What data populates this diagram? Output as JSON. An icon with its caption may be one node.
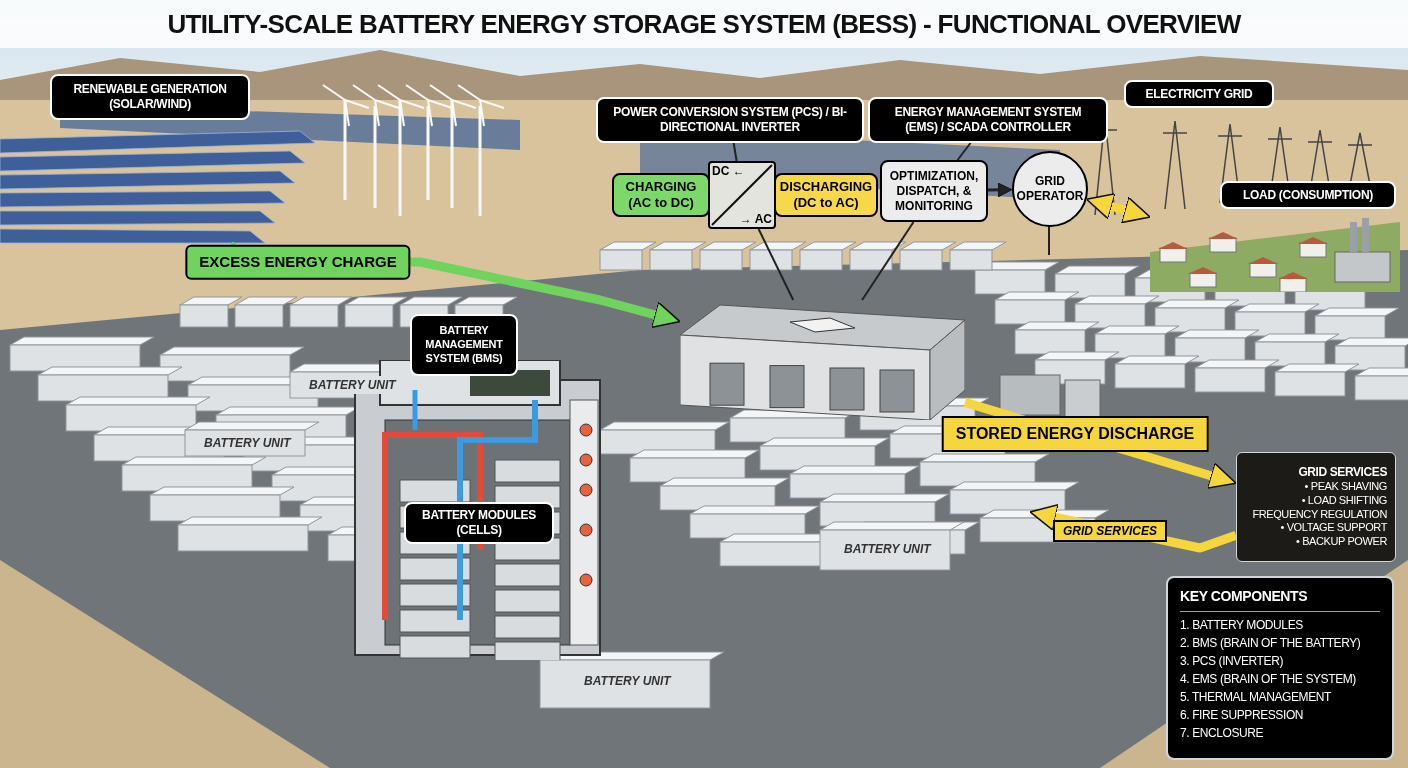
{
  "diagram": {
    "title": "UTILITY-SCALE BATTERY ENERGY STORAGE SYSTEM (BESS) - FUNCTIONAL OVERVIEW",
    "nodes": [
      {
        "text": [
          "RENEWABLE GENERATION (SOLAR/WIND)"
        ]
      },
      {
        "text": [],
        "shape": "picture"
      },
      {
        "text": [
          "POWER CONVERSION SYSTEM (PCS) / BI-DIRECTIONAL INVERTER"
        ]
      },
      {
        "text": [
          "CHARGING (AC to DC)"
        ]
      },
      {
        "text": [
          "DC ←",
          "→ AC"
        ]
      },
      {
        "text": [
          "DISCHARGING (DC to AC)"
        ]
      },
      {
        "text": [
          "ENERGY MANAGEMENT SYSTEM (EMS) / SCADA CONTROLLER"
        ]
      },
      {
        "text": [
          "OPTIMIZATION, DISPATCH, & MONITORING"
        ]
      },
      {
        "text": [
          "GRID OPERATOR"
        ]
      },
      {
        "text": [
          "ELECTRICITY GRID"
        ]
      },
      {
        "text": [
          "LOAD (CONSUMPTION)"
        ]
      },
      {
        "text": [],
        "shape": "picture"
      },
      {
        "text": [],
        "shape": "picture"
      },
      {
        "text": [
          "BATTERY MANAGEMENT SYSTEM (BMS)"
        ]
      },
      {
        "text": [
          "BATTERY MODULES (CELLS)"
        ]
      },
      {
        "text": [
          "GRID SERVICES",
          "• PEAK SHAVING",
          "• LOAD SHIFTING",
          "FREQUENCY REGULATION",
          "• VOLTAGE SUPPORT",
          "• BACKUP POWER"
        ]
      },
      {
        "text": [
          "KEY COMPONENTS",
          "1. BATTERY MODULES",
          "2. BMS (BRAIN OF THE BATTERY)",
          "3. PCS (INVERTER)",
          "4. EMS (BRAIN OF THE SYSTEM)",
          "5. THERMAL MANAGEMENT",
          "6. FIRE SUPPRESSION",
          "7. ENCLOSURE"
        ]
      }
    ],
    "edges": [
      {
        "from": 1,
        "to": 12,
        "arrow": "to",
        "label": "EXCESS ENERGY CHARGE",
        "style": "thick",
        "color": "#6fd35e"
      },
      {
        "from": 12,
        "to": 15,
        "arrow": "to",
        "label": "STORED ENERGY DISCHARGE",
        "style": "thick",
        "color": "#f5d63d"
      },
      {
        "from": 15,
        "to": null,
        "arrow": "to",
        "label": "GRID SERVICES",
        "style": "thick",
        "color": "#f5d63d"
      },
      {
        "from": 7,
        "to": 8,
        "arrow": "to"
      },
      {
        "from": 8,
        "to": 11,
        "arrow": "both",
        "style": "thick",
        "color": "#f5d63d"
      },
      {
        "from": 4,
        "to": 12,
        "arrow": "none"
      },
      {
        "from": 7,
        "to": 12,
        "arrow": "none"
      },
      {
        "from": 2,
        "to": 4,
        "arrow": "none"
      },
      {
        "from": 6,
        "to": 7,
        "arrow": "none"
      }
    ],
    "labels": [
      "BATTERY UNIT",
      "BATTERY UNIT",
      "BATTERY UNIT",
      "BATTERY UNIT"
    ]
  }
}
